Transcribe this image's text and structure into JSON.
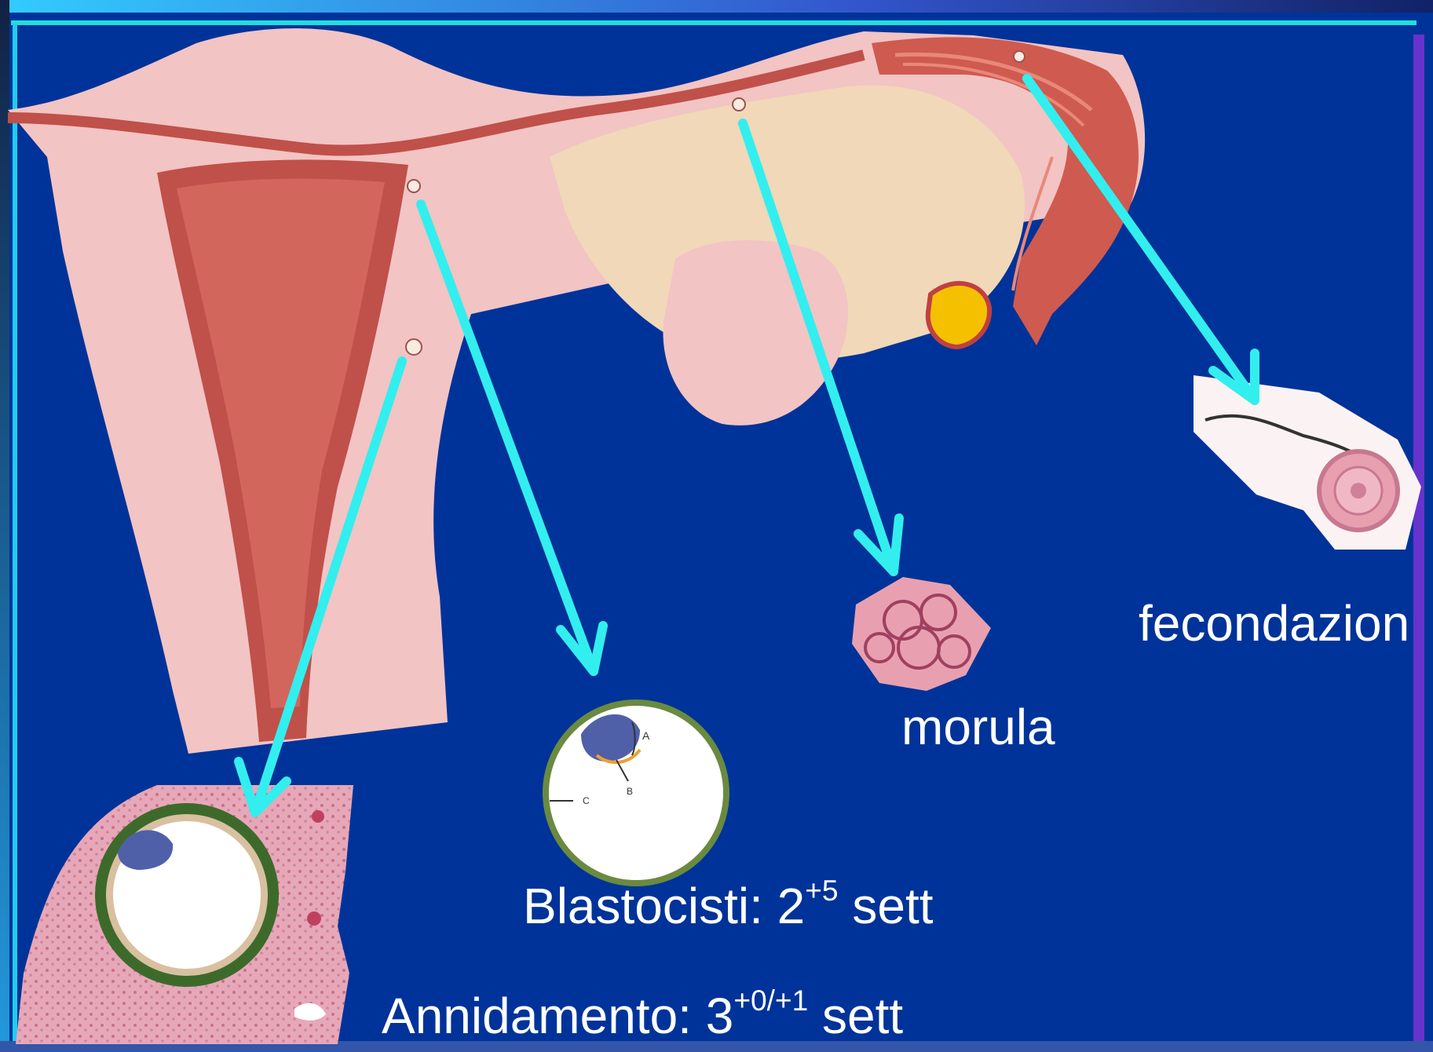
{
  "labels": {
    "fecondazione": "fecondazion",
    "morula": "morula",
    "blastocisti": {
      "text": "Blastocisti: 2",
      "sup": "+5",
      "suffix": " sett"
    },
    "annidamento": {
      "text": "Annidamento: 3",
      "sup": "+0/+1",
      "suffix": " sett"
    }
  },
  "blastocyst_callouts": [
    "A",
    "B",
    "C"
  ],
  "colors": {
    "background": "#003399",
    "arrow": "#33eeee",
    "tissue": "#f2c4c4",
    "uterine_cavity": "#c0504a",
    "tube_muscle": "#cf5a50",
    "ovary_body": "#f0d8b8",
    "embryo_pink": "#e8a0b0",
    "inner_cell_mass": "#5060a8",
    "trophoblast": "#6a8a40"
  }
}
